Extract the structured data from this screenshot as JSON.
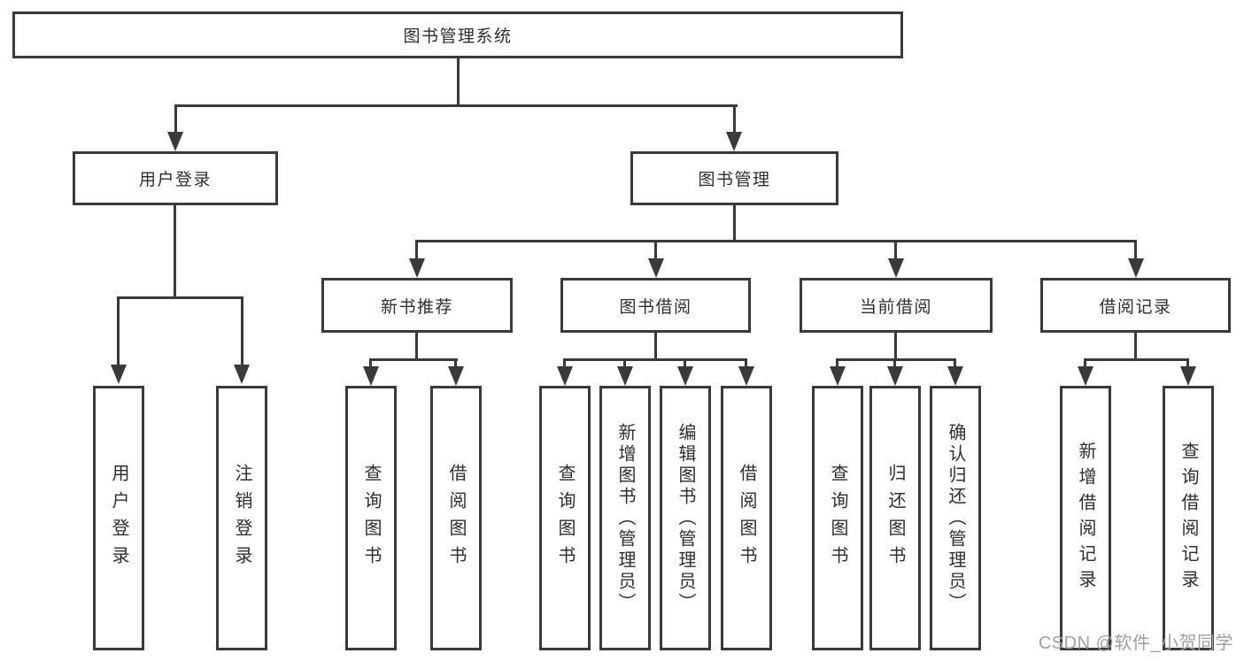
{
  "tree": {
    "root": {
      "label": "图书管理系统"
    },
    "level2": [
      {
        "label": "用户登录"
      },
      {
        "label": "图书管理"
      }
    ],
    "login_leaves": [
      {
        "label": "用户登录"
      },
      {
        "label": "注销登录"
      }
    ],
    "level3": [
      {
        "label": "新书推荐",
        "leaves": [
          {
            "label": "查询图书"
          },
          {
            "label": "借阅图书"
          }
        ]
      },
      {
        "label": "图书借阅",
        "leaves": [
          {
            "label": "查询图书"
          },
          {
            "label": "新增图书（管理员）"
          },
          {
            "label": "编辑图书（管理员）"
          },
          {
            "label": "借阅图书"
          }
        ]
      },
      {
        "label": "当前借阅",
        "leaves": [
          {
            "label": "查询图书"
          },
          {
            "label": "归还图书"
          },
          {
            "label": "确认归还（管理员）"
          }
        ]
      },
      {
        "label": "借阅记录",
        "leaves": [
          {
            "label": "新增借阅记录"
          },
          {
            "label": "查询借阅记录"
          }
        ]
      }
    ]
  },
  "watermark": {
    "text": "CSDN @软件_小贺同学"
  },
  "colors": {
    "line": "#3a3a3a",
    "text": "#2e2e2e",
    "watermark": "#9fa0a4",
    "background": "#ffffff"
  }
}
